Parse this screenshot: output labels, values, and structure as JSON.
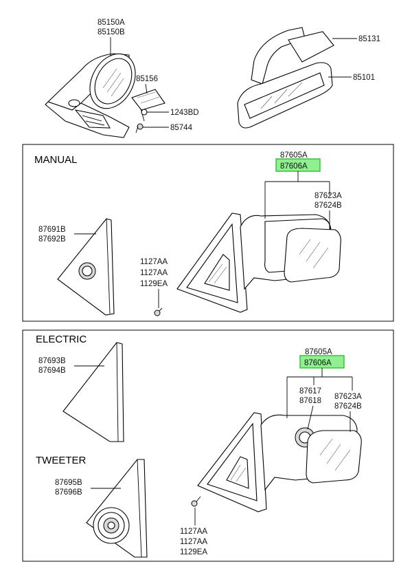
{
  "top": {
    "interior_mirror_label_a": "85150A",
    "interior_mirror_label_b": "85150B",
    "cover_label": "85156",
    "screw_label": "1243BD",
    "nut_label": "85744",
    "bracket_label": "85131",
    "rearview_mirror_label": "85101"
  },
  "manual": {
    "title": "MANUAL",
    "assy_label": "87605A",
    "assy_label_highlight": "87606A",
    "glass_label_a": "87623A",
    "glass_label_b": "87624B",
    "garnish_label_a": "87691B",
    "garnish_label_b": "87692B",
    "bolt_label_a": "1127AA",
    "bolt_label_b": "1127AA",
    "bolt_label_c": "1129EA"
  },
  "electric": {
    "title": "ELECTRIC",
    "assy_label": "87605A",
    "assy_label_highlight": "87606A",
    "actuator_label_a": "87617",
    "actuator_label_b": "87618",
    "glass_label_a": "87623A",
    "glass_label_b": "87624B",
    "garnish_label_a": "87693B",
    "garnish_label_b": "87694B",
    "bolt_label_a": "1127AA",
    "bolt_label_b": "1127AA",
    "bolt_label_c": "1129EA"
  },
  "tweeter": {
    "title": "TWEETER",
    "garnish_label_a": "87695B",
    "garnish_label_b": "87696B"
  },
  "colors": {
    "highlight_fill": "#8ef08e",
    "highlight_border": "#2bb52b"
  }
}
